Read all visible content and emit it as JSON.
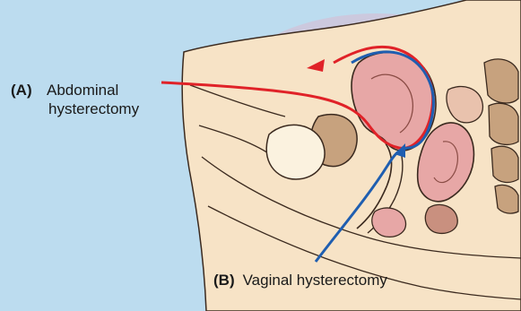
{
  "labels": {
    "a_letter": "(A)",
    "a_line1": "Abdominal",
    "a_line2": "hysterectomy",
    "b_letter": "(B)",
    "b_text": "Vaginal hysterectomy"
  },
  "colors": {
    "background": "#bcdcef",
    "tissue": "#f7e3c6",
    "organ_pink": "#e7a7a6",
    "organ_dark": "#c9907f",
    "bone": "#c7a27e",
    "outline": "#3b2a1f",
    "path_a": "#e02228",
    "path_b": "#1f5eb0"
  }
}
